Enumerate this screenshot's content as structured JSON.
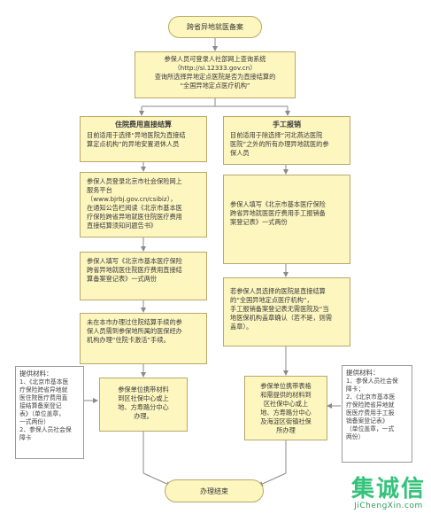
{
  "title": "跨省异地就医备案",
  "query_box": {
    "lines": [
      "参保人员可登录人社部网上查询系统",
      "（http://si.12333.gov.cn）",
      "查询所选择异地定点医院是否为直接结算的",
      "“全国异地定点医疗机构”"
    ]
  },
  "left_branch": {
    "header": "住院费用直接结算",
    "box1": [
      "目前适用于选择“异地医院为直接结",
      "算定点机构”的异地安置退休人员"
    ],
    "box2": [
      "参保人员登录北京市社会保险网上",
      "服务平台（www.bjrbj.gov.cn/csibiz），",
      "在通知公告栏阅读《北京市基本医",
      "疗保险跨省异地就医住院医疗费用",
      "直接结算须知问题告书》"
    ],
    "box3": [
      "参保人填写《北京市基本医疗保险",
      "跨省异地就医住院医疗费用直接结",
      "算备案登记表》一式两份"
    ],
    "box4": [
      "未在本市办理过住院结算手续的参",
      "保人员需到参保地所属的医保经办",
      "机构办理“住院卡激活”手续。"
    ],
    "box5": [
      "参保单位携带材料",
      "到区社保中心或上",
      "地、方寿路分中心",
      "办理。"
    ]
  },
  "right_branch": {
    "header": "手工报销",
    "box1": [
      "目前适用于除选择“河北燕达医院",
      "医院”之外的所有办理异地就医的参",
      "保人员"
    ],
    "box2": [
      "参保人填写《北京市基本医疗保险",
      "跨省异地就医医疗费用手工报销备",
      "案登记表》一式两份"
    ],
    "box3": [
      "若参保人员选择的医院是直接结算",
      "的“全国异地定点医疗机构”，",
      "手工报销备案登记表无需医院及“当",
      "地医保机构盖章确认（若不是，则需",
      "盖章）。"
    ],
    "box4": [
      "参保单位携带表格",
      "和需提供的材料到",
      "区社保中心或上",
      "地、方寿路分中心",
      "及海淀区街镇社保",
      "所办理"
    ]
  },
  "left_materials": {
    "title": "提供材料：",
    "lines": [
      "1、《北京市基本医",
      "疗保险跨省异地就",
      "医住院医疗费用直",
      "接结算备案登记",
      "表》（单位盖章，",
      "一式两份）",
      "2、参保人员社会保",
      "障卡"
    ]
  },
  "right_materials": {
    "title": "提供材料：",
    "lines": [
      "1、参保人员社会保",
      "障卡；",
      "2、《北京市基本医",
      "疗保险跨省异地就",
      "医医疗费用手工报",
      "销备案登记表》",
      "（单位盖章，一式",
      "两份）"
    ]
  },
  "end": "办理结束",
  "watermark": {
    "brand": "集诚信",
    "url": "JiChengXin.com"
  }
}
